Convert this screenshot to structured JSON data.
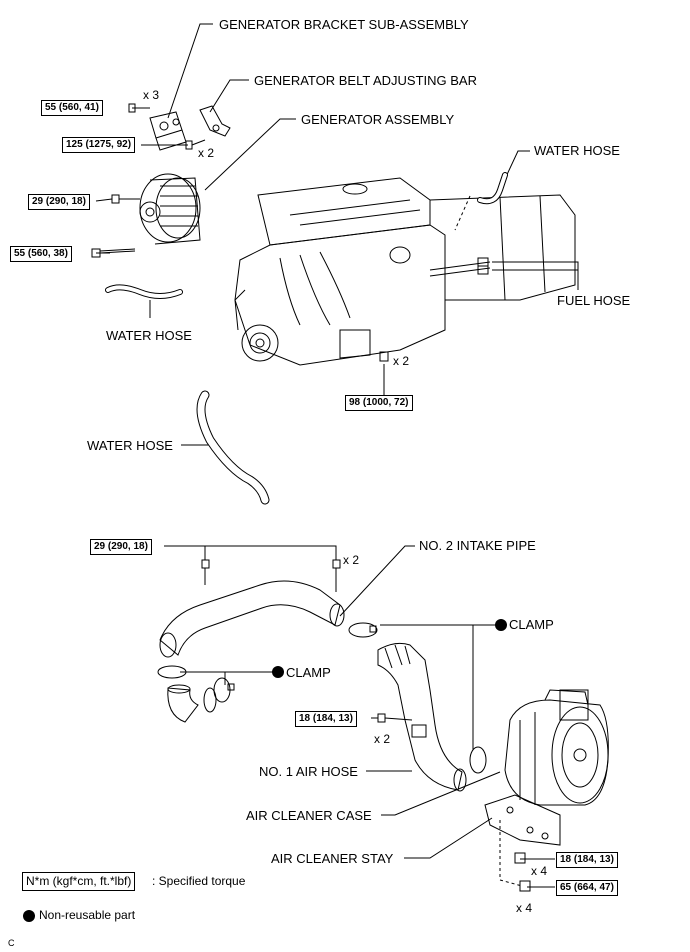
{
  "labels": {
    "generator_bracket": "GENERATOR BRACKET SUB-ASSEMBLY",
    "belt_adjusting_bar": "GENERATOR BELT ADJUSTING BAR",
    "generator_assembly": "GENERATOR ASSEMBLY",
    "water_hose_top_right": "WATER HOSE",
    "fuel_hose": "FUEL HOSE",
    "water_hose_left": "WATER HOSE",
    "water_hose_lower": "WATER HOSE",
    "no2_intake_pipe": "NO. 2 INTAKE PIPE",
    "clamp_right": "CLAMP",
    "clamp_left": "CLAMP",
    "no1_air_hose": "NO. 1 AIR HOSE",
    "air_cleaner_case": "AIR CLEANER CASE",
    "air_cleaner_stay": "AIR CLEANER STAY"
  },
  "torques": {
    "t55_41": "55 (560, 41)",
    "t125_92": "125 (1275, 92)",
    "t29_18_gen": "29 (290, 18)",
    "t55_38": "55 (560, 38)",
    "t98_72": "98 (1000, 72)",
    "t29_18_pipe": "29 (290, 18)",
    "t18_13_hose": "18 (184, 13)",
    "t18_13_stay": "18 (184, 13)",
    "t65_47": "65 (664, 47)"
  },
  "quantities": {
    "q_bracket": "x 3",
    "q_adjbar": "x 2",
    "q_engine": "x 2",
    "q_pipe": "x 2",
    "q_hose": "x 2",
    "q_stay": "x 4",
    "q_case": "x 4"
  },
  "legend": {
    "torque_unit": "N*m (kgf*cm, ft.*lbf)",
    "torque_desc": ": Specified torque",
    "nonreusable": "Non-reusable part"
  },
  "figure_id": "C"
}
